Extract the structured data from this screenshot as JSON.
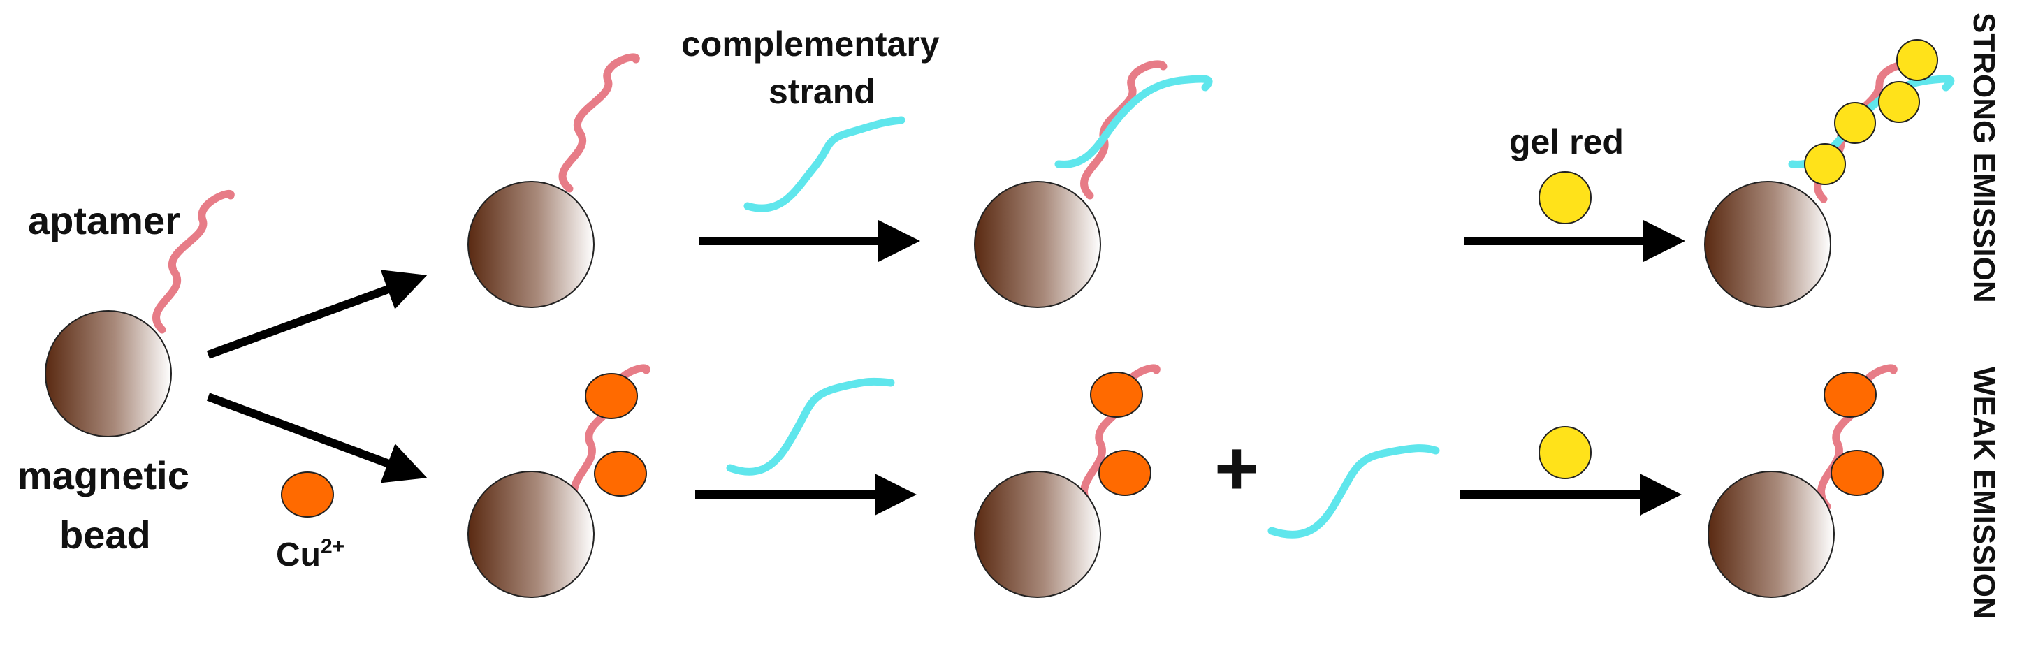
{
  "labels": {
    "aptamer": "aptamer",
    "magnetic": "magnetic",
    "bead": "bead",
    "cu": "Cu",
    "cu_charge": "2+",
    "complementary": "complementary",
    "strand": "strand",
    "gel_red": "gel red",
    "plus": "+",
    "strong_emission": "STRONG EMISSION",
    "weak_emission": "WEAK EMISSION"
  },
  "colors": {
    "bead_dark": "#5a2a12",
    "bead_light": "#ffffff",
    "aptamer": "#e77c87",
    "complementary": "#5fe6ec",
    "cu": "#ff6a00",
    "gel_red": "#ffe21a",
    "arrow": "#000000"
  }
}
